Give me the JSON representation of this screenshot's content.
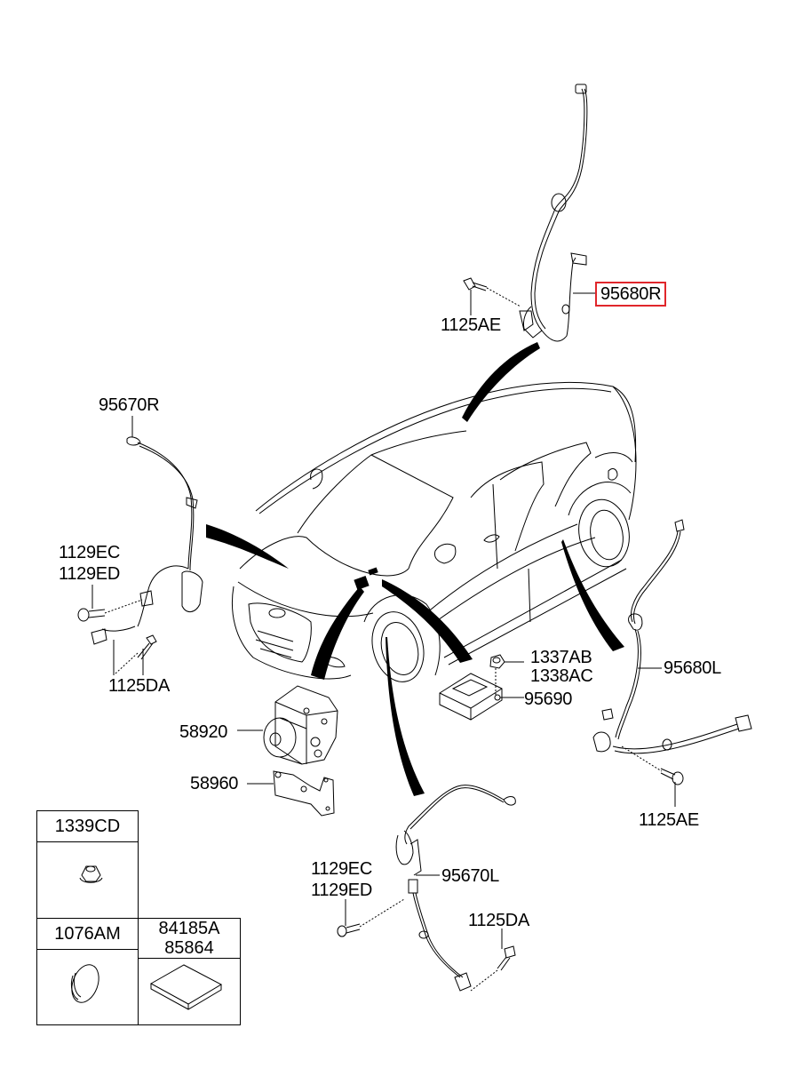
{
  "diagram": {
    "title": "ABS Wheel Speed Sensor / ABS Module Parts Diagram",
    "highlight_color": "#e0262b",
    "line_color": "#000000",
    "callouts": {
      "rear_right_sensor": "95680R",
      "rear_right_bolt": "1125AE",
      "front_right_sensor": "95670R",
      "front_right_bolt_1": "1129EC",
      "front_right_bolt_2": "1129ED",
      "front_right_bolt_3": "1125DA",
      "nut_1": "1337AB",
      "nut_2": "1338AC",
      "yaw_sensor": "95690",
      "rear_left_sensor": "95680L",
      "rear_left_bolt": "1125AE",
      "abs_module": "58920",
      "abs_bracket": "58960",
      "front_left_bolt_1": "1129EC",
      "front_left_bolt_2": "1129ED",
      "front_left_sensor": "95670L",
      "front_left_bolt_3": "1125DA"
    },
    "parts_table": {
      "cell_1": "1339CD",
      "cell_2": "1076AM",
      "cell_3_line_1": "84185A",
      "cell_3_line_2": "85864"
    },
    "highlighted_part": "95680R"
  }
}
